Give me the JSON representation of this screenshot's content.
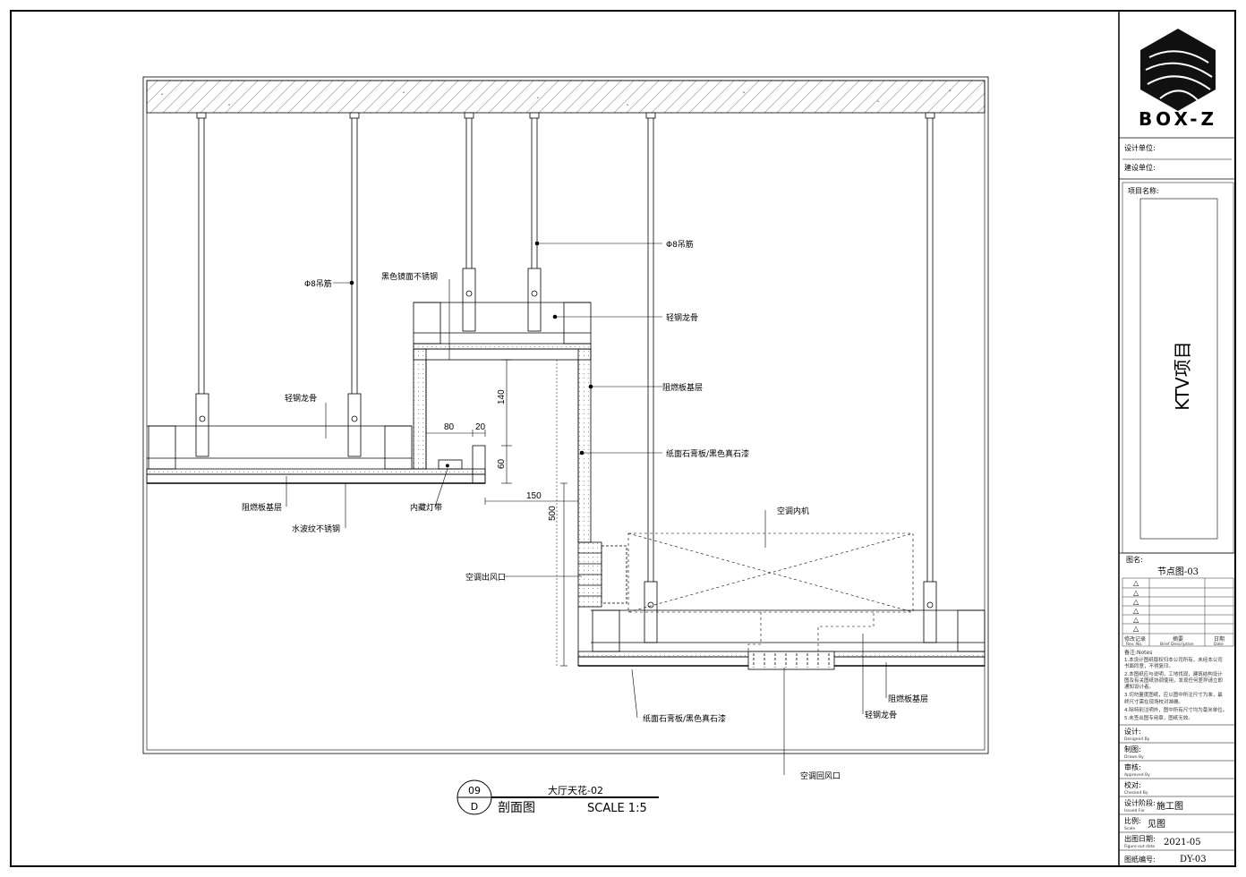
{
  "brand": {
    "name": "BOX-Z"
  },
  "title_block": {
    "design_unit_label": "设计单位:",
    "build_unit_label": "建设单位:",
    "project_name_label": "项目名称:",
    "project_name": "KTV项目",
    "drawing_name_label": "图名:",
    "drawing_name": "节点图-03",
    "revision_marks": [
      "△",
      "△",
      "△",
      "△",
      "△",
      "△"
    ],
    "revision_headers": [
      "修改记录",
      "摘要",
      "日期"
    ],
    "revision_headers_en": [
      "Rev. No.",
      "Brief Description",
      "Date"
    ],
    "notes_label": "备注:Notes",
    "notes": [
      "1.本设计图纸版权归本公司所有，未经本公司",
      "书面同意，不得复印。",
      "2.本图纸应与说明，工地找现，建筑结构设计",
      "图及有关图纸协调使用，发现任何差异请立即",
      "通知设计者。",
      "3.切勿量度图纸，应以图中所注尺寸为准，最",
      "终尺寸需在现场校对准确。",
      "4.除特别注明外，图中所有尺寸均为毫米单位。",
      "5.未签出图专用章，图纸无效。"
    ],
    "rows": [
      {
        "label": "设计:",
        "label_en": "Designed By",
        "value": ""
      },
      {
        "label": "制图:",
        "label_en": "Drawn By",
        "value": ""
      },
      {
        "label": "审核:",
        "label_en": "Approved By",
        "value": ""
      },
      {
        "label": "校对:",
        "label_en": "Checked By",
        "value": ""
      },
      {
        "label": "设计阶段:",
        "label_en": "Issued For",
        "value": "施工图"
      },
      {
        "label": "比例:",
        "label_en": "Scale",
        "value": "见图"
      },
      {
        "label": "出图日期:",
        "label_en": "Figure out date",
        "value": "2021-05"
      },
      {
        "label": "图纸编号:",
        "label_en": "",
        "value": "DY-03"
      }
    ]
  },
  "drawing": {
    "dimensions": {
      "d140": "140",
      "d80": "80",
      "d20": "20",
      "d60": "60",
      "d150": "150",
      "d500": "500"
    },
    "labels": {
      "rod_left": "Φ8吊筋",
      "rod_right": "Φ8吊筋",
      "mirror_steel": "黑色镜面不锈钢",
      "keel_top": "轻钢龙骨",
      "keel_left": "轻钢龙骨",
      "fire_board_right": "阻燃板基层",
      "gypsum_paint_right": "纸面石膏板/黑色真石漆",
      "fire_board_left": "阻燃板基层",
      "water_ripple_steel": "水波纹不锈钢",
      "hidden_light": "内藏灯带",
      "ac_unit": "空调内机",
      "ac_outlet": "空调出风口",
      "gypsum_paint_bottom": "纸面石膏板/黑色真石漆",
      "fire_board_bottom": "阻燃板基层",
      "keel_bottom": "轻钢龙骨",
      "ac_return": "空调回风口"
    }
  },
  "section_tag": {
    "number": "09",
    "sheet": "D",
    "title": "大厅天花-02",
    "type": "剖面图",
    "scale": "SCALE 1:5"
  }
}
